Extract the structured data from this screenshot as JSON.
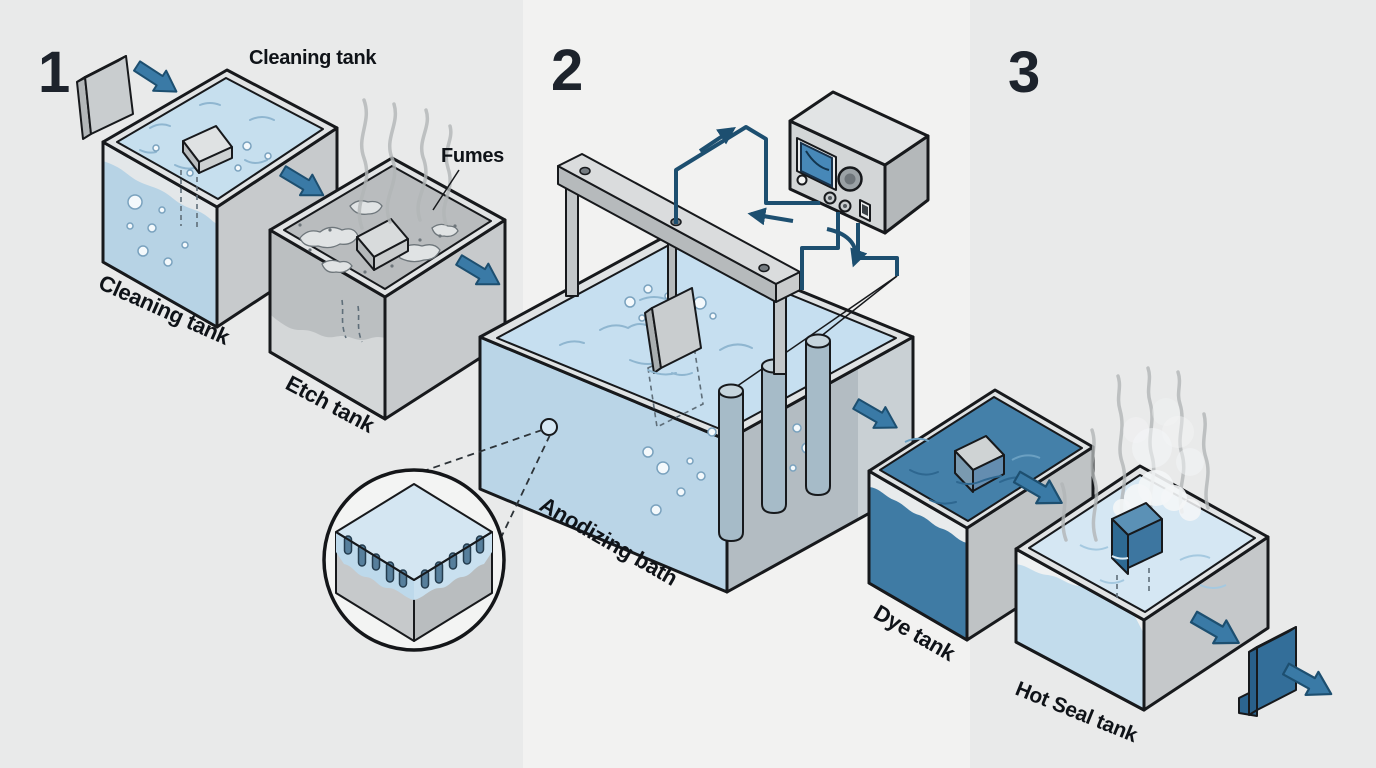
{
  "diagram": {
    "steps": [
      {
        "number": "1"
      },
      {
        "number": "2"
      },
      {
        "number": "3"
      }
    ],
    "labels": {
      "cleaning_tank_title": "Cleaning tank",
      "cleaning_tank_caption": "Cleaning tank",
      "fumes": "Fumes",
      "etch_tank": "Etch tank",
      "anodizing_bath": "Anodizing bath",
      "dye_tank": "Dye tank",
      "hot_seal_tank": "Hot Seal tank"
    },
    "colors": {
      "background": "#e9eaea",
      "middle_panel": "#f2f2f1",
      "outline": "#17191c",
      "flow_arrow_blue": "#3a7aa6",
      "wire_navy": "#1d4f70",
      "water_blue": "#bad5e7",
      "surface_blue": "#c6dff0",
      "dye_blue": "#3f7ba4",
      "hot_seal_water": "#c2dcec",
      "etch_liquid_gray": "#b9bcbe",
      "metal_gray": "#c7cacc",
      "part_blue": "#336e99",
      "number_ink": "#1d232c",
      "label_ink": "#0f1318"
    }
  }
}
